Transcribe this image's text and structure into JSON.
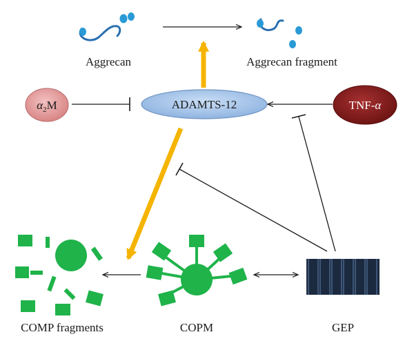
{
  "labels": {
    "aggrecan": "Aggrecan",
    "aggrecan_fragment": "Aggrecan fragment",
    "alpha2m_alpha": "α",
    "alpha2m_sub": "2",
    "alpha2m_tail": "M",
    "adamts12": "ADAMTS-12",
    "tnf_prefix": "TNF-",
    "tnf_alpha": "α",
    "comp_fragments": "COMP fragments",
    "copm": "COPM",
    "gep": "GEP"
  },
  "colors": {
    "adamts12_fill": "#9dbfe6",
    "alpha2m_fill": "#e9a3a3",
    "tnf_fill": "#8b1f1f",
    "comp_green": "#1fb34a",
    "gep_fill": "#1c2a40",
    "aggrecan_blue": "#2a9ad6",
    "promote_arrow": "#f5b400"
  },
  "icons": {
    "aggrecan": "aggrecan-molecule-icon",
    "aggrecan_fragment": "aggrecan-fragment-icon",
    "comp_fragments": "comp-fragments-icon",
    "copm": "comp-molecule-icon",
    "gep": "gep-protein-icon"
  }
}
